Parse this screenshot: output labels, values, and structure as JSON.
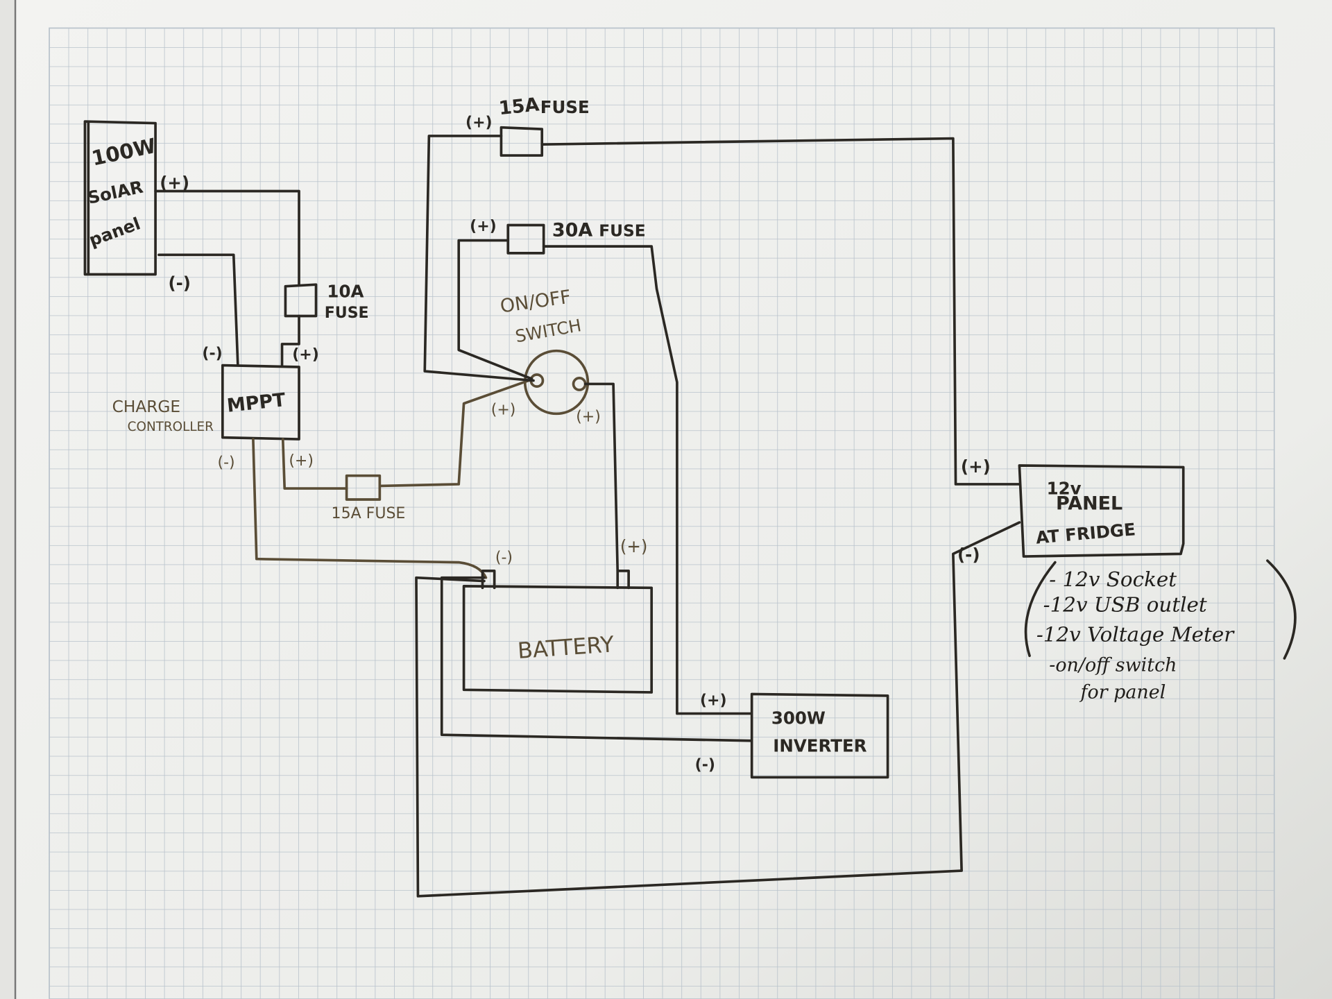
{
  "diagram": {
    "solar_panel": {
      "line1": "100W",
      "line2": "SolAR",
      "line3": "panel",
      "pos": "(+)",
      "neg": "(-)"
    },
    "fuse_10a": {
      "line1": "10A",
      "line2": "FUSE"
    },
    "mppt": {
      "label": "MPPT",
      "caption1": "CHARGE",
      "caption2": "CONTROLLER",
      "in_neg": "(-)",
      "in_pos": "(+)",
      "out_neg": "(-)",
      "out_pos": "(+)"
    },
    "fuse_15a_mppt": {
      "label": "15A FUSE"
    },
    "fuse_15a_top": {
      "pos": "(+)",
      "label": "15A",
      "label2": "FUSE"
    },
    "fuse_30a": {
      "pos": "(+)",
      "label": "30A",
      "label2": "FUSE"
    },
    "switch": {
      "line1": "ON/OFF",
      "line2": "SWITCH",
      "pos_left": "(+)",
      "pos_right": "(+)"
    },
    "battery": {
      "label": "BATTERY",
      "neg": "(-)",
      "pos": "(+)"
    },
    "inverter": {
      "line1": "300W",
      "line2": "INVERTER",
      "pos": "(+)",
      "neg": "(-)"
    },
    "fridge_panel": {
      "line1": "12v",
      "line2": "PANEL",
      "line3": "AT FRIDGE",
      "pos": "(+)",
      "neg": "(-)",
      "features": [
        "- 12v Socket",
        "-12v USB outlet",
        "-12v Voltage Meter",
        "-on/off switch",
        "for panel"
      ]
    },
    "colors": {
      "paper": "#f1f1ef",
      "grid": "#b8c2cb",
      "ink": "#2b2823",
      "pencil": "#5a4d36"
    }
  }
}
